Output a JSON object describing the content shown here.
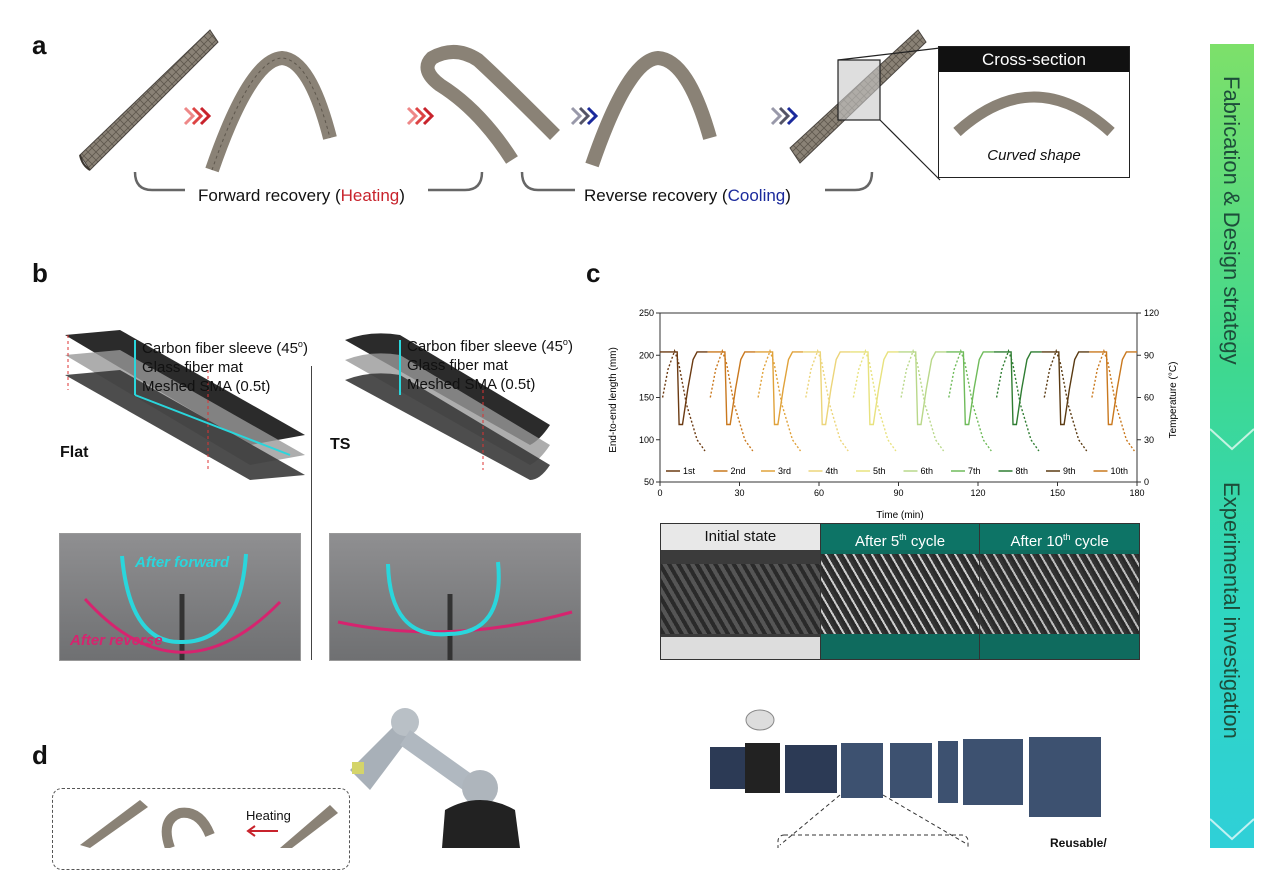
{
  "panels": {
    "a": "a",
    "b": "b",
    "c": "c",
    "d": "d"
  },
  "panel_a": {
    "forward_prefix": "Forward recovery (",
    "forward_word": "Heating",
    "reverse_prefix": "Reverse recovery (",
    "reverse_word": "Cooling",
    "close_paren": ")",
    "cross_title": "Cross-section",
    "cross_caption": "Curved shape",
    "heating_color": "#c8232c",
    "cooling_color": "#1b2a9c"
  },
  "panel_b": {
    "layers": [
      "Carbon fiber sleeve (45",
      "Glass fiber mat",
      "Meshed SMA (0.5t)"
    ],
    "degree": "o",
    "close": ")",
    "flat": "Flat",
    "ts": "TS",
    "after_forward": "After forward",
    "after_reverse": "After reverse",
    "forward_color": "#2ad6dc",
    "reverse_color": "#d6246f"
  },
  "panel_c": {
    "cycle_tabs": [
      {
        "text": "Initial state",
        "sup": "",
        "rest": ""
      },
      {
        "text": "After 5",
        "sup": "th",
        "rest": " cycle"
      },
      {
        "text": "After 10",
        "sup": "th",
        "rest": " cycle"
      }
    ]
  },
  "panel_d": {
    "heating": "Heating",
    "reusable": "Reusable/"
  },
  "sidebar": {
    "top": "Fabrication & Design strategy",
    "bottom": "Experimental investigation"
  },
  "chart_data": {
    "type": "line",
    "xlabel": "Time (min)",
    "ylabel": "End-to-end length (mm)",
    "y2label": "Temperature (°C)",
    "xlim": [
      0,
      180
    ],
    "ylim": [
      50,
      250
    ],
    "y2lim": [
      0,
      120
    ],
    "xticks": [
      0,
      30,
      60,
      90,
      120,
      150,
      180
    ],
    "yticks": [
      50,
      100,
      150,
      200,
      250
    ],
    "y2ticks": [
      0,
      30,
      60,
      90,
      120
    ],
    "legend_position": "bottom-inside",
    "series": [
      {
        "name": "1st",
        "color": "#6b3a12",
        "start": 0
      },
      {
        "name": "2nd",
        "color": "#c9781e",
        "start": 18
      },
      {
        "name": "3rd",
        "color": "#e0a23a",
        "start": 36
      },
      {
        "name": "4th",
        "color": "#ecd57a",
        "start": 54
      },
      {
        "name": "5th",
        "color": "#e8e27e",
        "start": 72
      },
      {
        "name": "6th",
        "color": "#b9d88a",
        "start": 90
      },
      {
        "name": "7th",
        "color": "#6fbb5a",
        "start": 108
      },
      {
        "name": "8th",
        "color": "#2f7d32",
        "start": 126
      },
      {
        "name": "9th",
        "color": "#5a3a12",
        "start": 144
      },
      {
        "name": "10th",
        "color": "#c9781e",
        "start": 162
      }
    ],
    "length_profile_mm": {
      "flat": 204,
      "min": 118
    },
    "temperature_profile_c": {
      "peak": 93,
      "low": 22
    },
    "cycle_length_min": 18
  }
}
